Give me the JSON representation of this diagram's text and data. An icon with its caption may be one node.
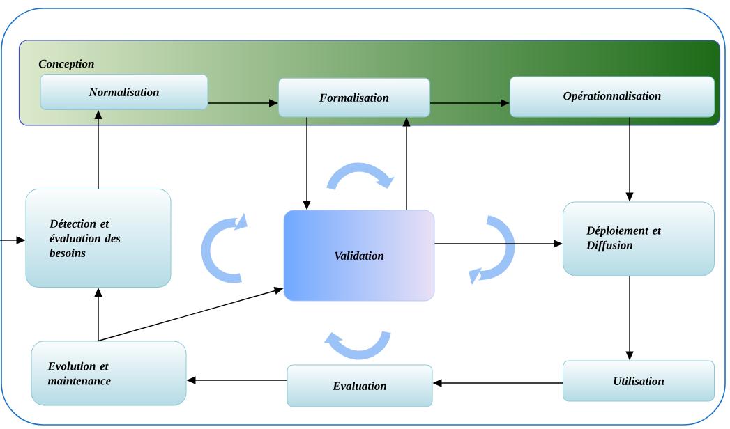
{
  "diagram": {
    "nodes": [
      {
        "text": [],
        "shape": "box"
      },
      {
        "text": [
          "Conception"
        ],
        "in": 0
      },
      {
        "text": [
          "Normalisation"
        ],
        "in": 1
      },
      {
        "text": [
          "Formalisation"
        ],
        "in": 1
      },
      {
        "text": [
          "Opérationnalisation"
        ],
        "in": 1
      },
      {
        "text": [
          "Détection et évaluation des besoins"
        ],
        "in": 0
      },
      {
        "text": [
          "Validation"
        ],
        "in": 0
      },
      {
        "text": [
          "Déploiement et Diffusion"
        ],
        "in": 0
      },
      {
        "text": [
          "Evolution et maintenance"
        ],
        "in": 0
      },
      {
        "text": [
          "Evaluation"
        ],
        "in": 0
      },
      {
        "text": [
          "Utilisation"
        ],
        "in": 0
      }
    ],
    "edges": [
      {
        "from": 2,
        "to": 3,
        "arrow": "to"
      },
      {
        "from": 3,
        "to": 4,
        "arrow": "to"
      },
      {
        "from": 3,
        "to": 6,
        "arrow": "to"
      },
      {
        "from": 6,
        "to": 3,
        "arrow": "to"
      },
      {
        "from": 4,
        "to": 7,
        "arrow": "to"
      },
      {
        "from": 6,
        "to": 7,
        "arrow": "to"
      },
      {
        "from": 7,
        "to": 10,
        "arrow": "to"
      },
      {
        "from": 10,
        "to": 9,
        "arrow": "to"
      },
      {
        "from": 9,
        "to": 8,
        "arrow": "to"
      },
      {
        "from": 8,
        "to": 5,
        "arrow": "to"
      },
      {
        "from": 8,
        "to": 6,
        "arrow": "to"
      },
      {
        "from": null,
        "to": 5,
        "arrow": "to"
      },
      {
        "from": 5,
        "to": 2,
        "arrow": "to"
      }
    ]
  }
}
